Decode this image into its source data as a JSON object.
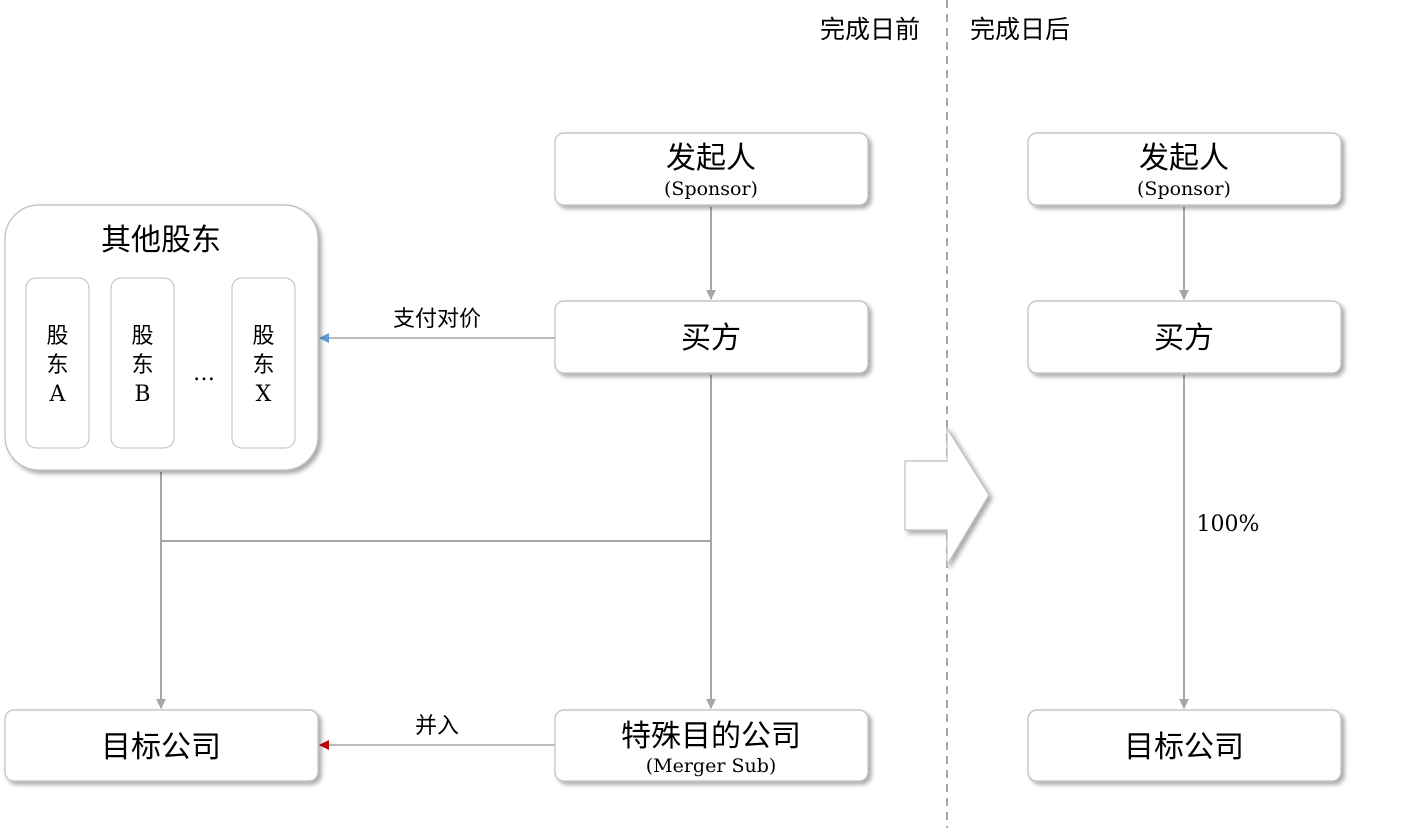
{
  "headers": {
    "before": "完成日前",
    "after": "完成日后"
  },
  "before": {
    "sponsor": {
      "title": "发起人",
      "subtitle": "(Sponsor)"
    },
    "buyer": {
      "title": "买方"
    },
    "other_shareholders": {
      "title": "其他股东",
      "members": [
        {
          "line1": "股",
          "line2": "东",
          "line3": "A"
        },
        {
          "line1": "股",
          "line2": "东",
          "line3": "B"
        },
        {
          "line1": "股",
          "line2": "东",
          "line3": "X"
        }
      ],
      "ellipsis": "…"
    },
    "spv": {
      "title": "特殊目的公司",
      "subtitle": "(Merger Sub)"
    },
    "target": {
      "title": "目标公司"
    },
    "payment_label": "支付对价",
    "merge_label": "并入",
    "payment_arrow_color": "#5b9bd5",
    "merge_arrow_color": "#c00000"
  },
  "after": {
    "sponsor": {
      "title": "发起人",
      "subtitle": "(Sponsor)"
    },
    "buyer": {
      "title": "买方"
    },
    "ownership_label": "100%",
    "target": {
      "title": "目标公司"
    }
  }
}
